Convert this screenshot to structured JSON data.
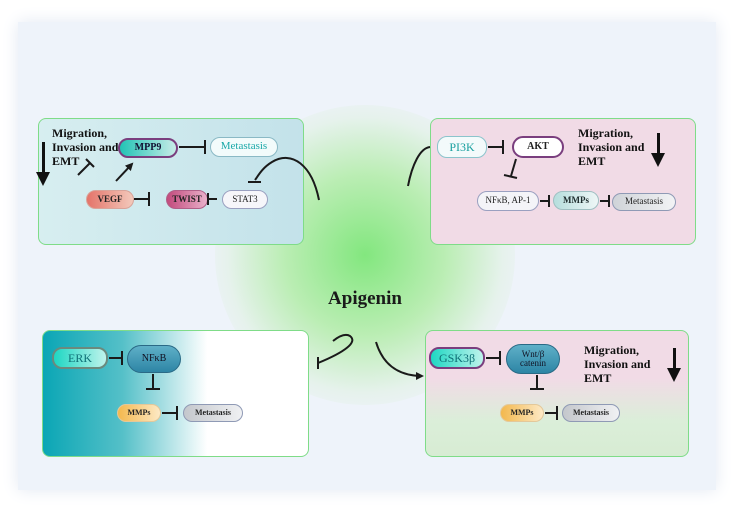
{
  "center_label": "Apigenin",
  "panels": {
    "top_left": {
      "outcome": [
        "Migration,",
        "Invasion and",
        "EMT"
      ],
      "nodes": {
        "mpp9": "MPP9",
        "metastasis": "Metastasis",
        "vegf": "VEGF",
        "twist": "TWIST",
        "stat3": "STAT3"
      }
    },
    "top_right": {
      "outcome": [
        "Migration,",
        "Invasion and",
        "EMT"
      ],
      "nodes": {
        "pi3k": "PI3K",
        "akt": "AKT",
        "nfkb_ap1": "NFκB, AP-1",
        "mmps": "MMPs",
        "metastasis": "Metastasis"
      }
    },
    "bottom_left": {
      "nodes": {
        "erk": "ERK",
        "nfkb": "NFκB",
        "mmps": "MMPs",
        "metastasis": "Metastasis"
      }
    },
    "bottom_right": {
      "outcome": [
        "Migration,",
        "Invasion and",
        "EMT"
      ],
      "nodes": {
        "gsk3b": "GSK3β",
        "wnt": [
          "Wnt/β",
          "catenin"
        ],
        "mmps": "MMPs",
        "metastasis": "Metastasis"
      }
    }
  },
  "colors": {
    "inhibition": "#1a1a1a",
    "panel_border": "#7fdc88",
    "center_glow": "#7de678"
  }
}
